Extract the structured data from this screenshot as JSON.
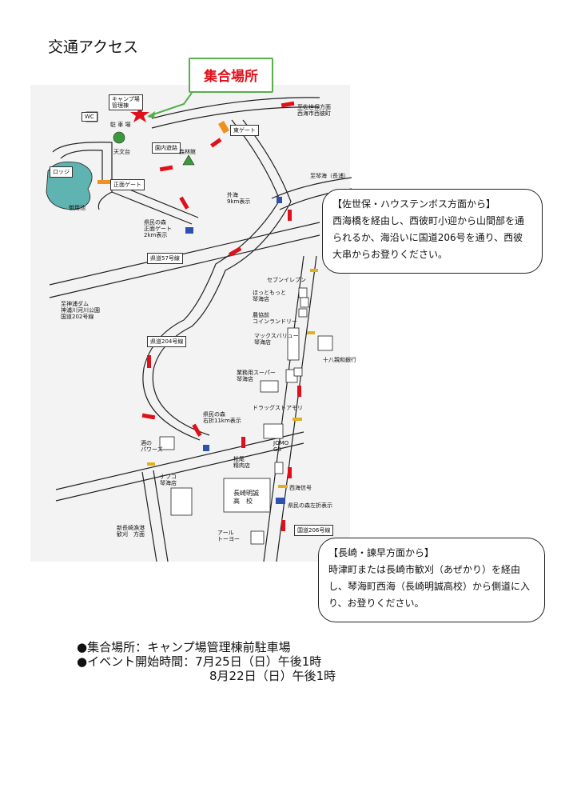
{
  "page": {
    "title": "交通アクセス"
  },
  "callout": {
    "label": "集合場所",
    "accent_color": "#e0101a",
    "border_color": "#55b04a"
  },
  "map_labels": {
    "wc": "WC",
    "camp_office": "キャンプ場\n管理棟",
    "parking": "駐 車 場",
    "observatory": "天文台",
    "park_path": "園内遊路",
    "forest_hall": "森林館",
    "east_gate": "東ゲート",
    "lodge": "ロッジ",
    "main_gate": "正面ゲート",
    "pond": "御用池",
    "to_sasebo": "至佐世保方面\n西海市西彼町",
    "to_kotoumi": "至琴海（長浦）",
    "sotomi": "外海\n9km表示",
    "kenmin_gate": "県民の森\n正面ゲート\n2km表示",
    "route57": "県道57号線",
    "shinkamiura_dam": "至神浦ダム\n神浦川河川公園\n国道202号線",
    "seven_eleven": "セブンイレブン",
    "hottomotto": "ほっともっと\n琴海店",
    "laundry": "農協前\nコインランドリー",
    "maxvalu": "マックスバリュー\n琴海店",
    "juhachi_bank": "十八親和銀行",
    "gyomu_super": "業務用スーパー\n琴海店",
    "route204": "県道204号線",
    "drugstore": "ドラッグストアモリ",
    "kenmin_right": "県民の森\n右折11km表示",
    "sake_powers": "酒の\nパワーズ",
    "jomo": "JOMO\nGS",
    "matsuo": "松尾\n精肉店",
    "nafco": "ナフコ\n琴海店",
    "meisei_school": "長崎明誠\n高　校",
    "saikai_signal": "西海信号",
    "kenmin_left": "県民の森左折表示",
    "route206": "国道206号線",
    "shin_nagasaki_port": "新長崎漁港\n歓刈　方面",
    "alltoyo": "アール\nトーヨー"
  },
  "info_boxes": {
    "sasebo": {
      "title": "【佐世保・ハウステンボス方面から】",
      "body": "西海橋を経由し、西彼町小迎から山間部を通られるか、海沿いに国道206号を通り、西彼大串からお登りください。"
    },
    "nagasaki": {
      "title": "【長崎・諫早方面から】",
      "body": "時津町または長崎市歓刈（あぜかり）を経由し、琴海町西海（長崎明誠高校）から側道に入り、お登りください。"
    }
  },
  "footer": {
    "meeting_place": "●集合場所：キャンプ場管理棟前駐車場",
    "start_time_label": "●イベント開始時間：7月25日（日）午後1時",
    "start_time_second": "8月22日（日）午後1時"
  },
  "colors": {
    "road": "#222222",
    "arrow": "#e0101a",
    "pond": "#5fb3b0",
    "tree": "#3a9a3a",
    "gate": "#f0901e",
    "sign": "#3050b0"
  }
}
